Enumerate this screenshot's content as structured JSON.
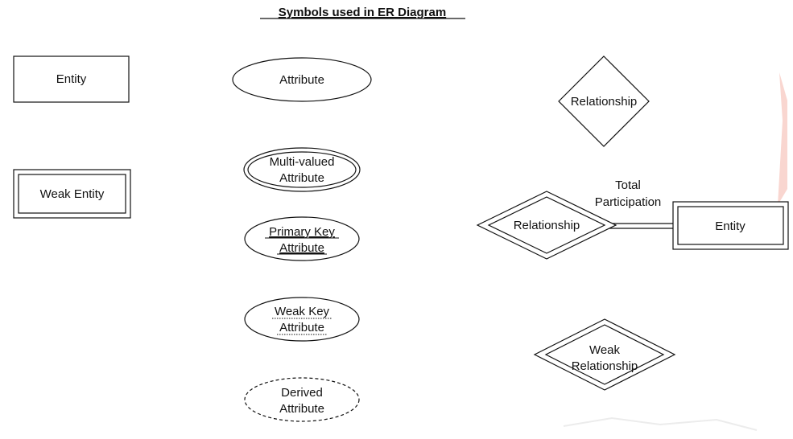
{
  "title": "Symbols used in ER Diagram",
  "entity": {
    "label": "Entity"
  },
  "weak_entity": {
    "label": "Weak Entity"
  },
  "attribute": {
    "label": "Attribute"
  },
  "multivalued_attribute": {
    "line1": "Multi-valued",
    "line2": "Attribute"
  },
  "primary_key_attribute": {
    "line1": "Primary Key",
    "line2": "Attribute"
  },
  "weak_key_attribute": {
    "line1": "Weak Key",
    "line2": "Attribute"
  },
  "derived_attribute": {
    "line1": "Derived",
    "line2": "Attribute"
  },
  "relationship": {
    "label": "Relationship"
  },
  "identifying_relationship": {
    "label": "Relationship"
  },
  "total_participation": {
    "line1": "Total",
    "line2": "Participation"
  },
  "participating_entity": {
    "label": "Entity"
  },
  "weak_relationship": {
    "line1": "Weak",
    "line2": "Relationship"
  },
  "colors": {
    "stroke": "#111111",
    "background": "#ffffff",
    "watermark": "#f7c7c0"
  }
}
